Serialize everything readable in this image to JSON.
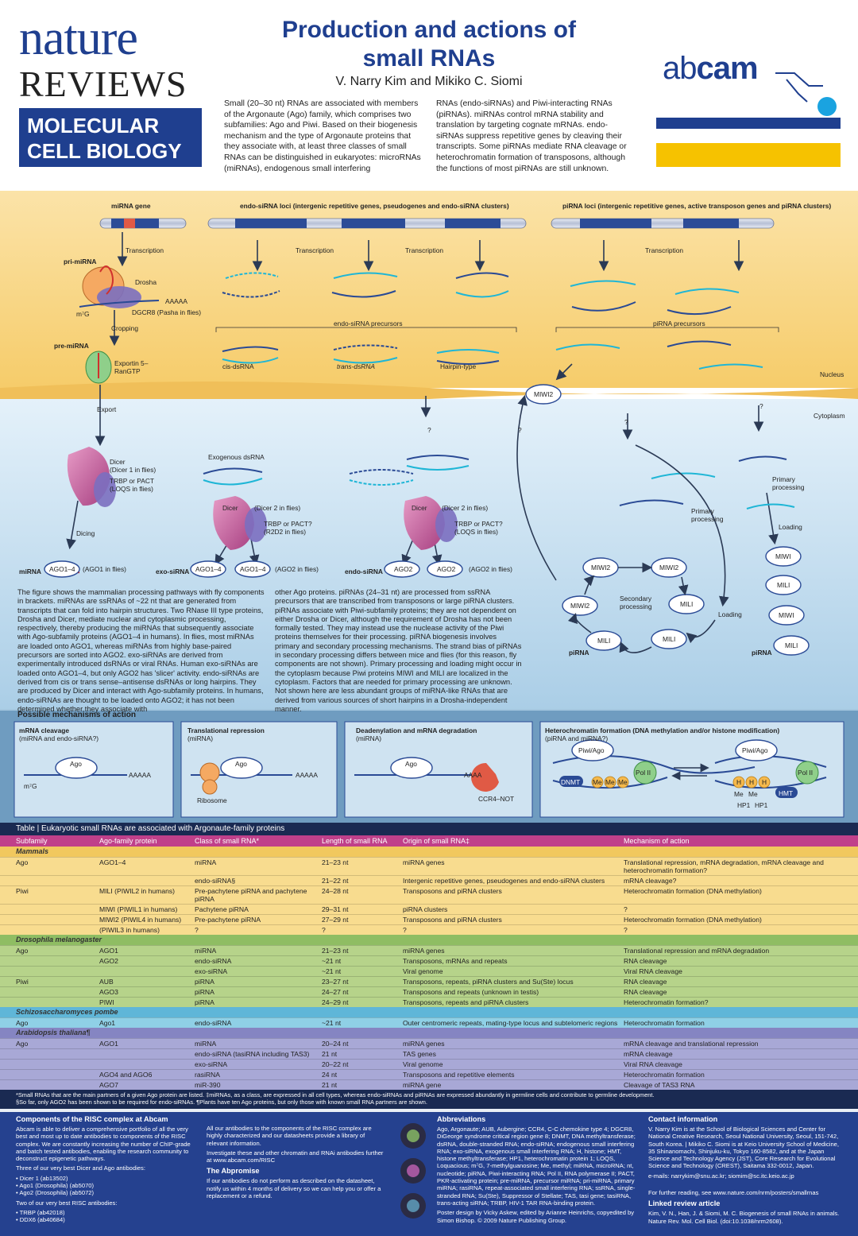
{
  "header": {
    "brand_line1": "nature",
    "brand_line2": "REVIEWS",
    "brand_box_1": "MOLECULAR",
    "brand_box_2": "CELL BIOLOGY",
    "title_line1": "Production and actions of",
    "title_line2": "small RNAs",
    "authors": "V. Narry Kim and Mikiko C. Siomi",
    "intro_col1": "Small (20–30 nt) RNAs are associated with members of the Argonaute (Ago) family, which comprises two subfamilies: Ago and Piwi. Based on their biogenesis mechanism and the type of Argonaute proteins that they associate with, at least three classes of small RNAs can be distinguished in eukaryotes: microRNAs (miRNAs), endogenous small interfering",
    "intro_col2": "RNAs (endo-siRNAs) and Piwi-interacting RNAs (piRNAs). miRNAs control mRNA stability and translation by targeting cognate mRNAs. endo-siRNAs suppress repetitive genes by cleaving their transcripts. Some piRNAs mediate RNA cleavage or heterochromatin formation of transposons, although the functions of most piRNAs are still unknown.",
    "sponsor_logo_a": "ab",
    "sponsor_logo_b": "cam"
  },
  "colors": {
    "nature_blue": "#1f3f8f",
    "nucleus": "#f8d37f",
    "cytoplasm": "#cbe3f4",
    "rna_blue": "#2a4a95",
    "rna_cyan": "#1fb6d6",
    "dicer_pink": "#c8589a",
    "ago_white": "#ffffff",
    "abcam_yellow": "#f6c200",
    "abcam_blue": "#1f3f8f"
  },
  "diagram": {
    "loci": {
      "mirna": "miRNA gene",
      "endo": "endo-siRNA loci (intergenic repetitive genes, pseudogenes and endo-siRNA clusters)",
      "pirna": "piRNA loci (intergenic repetitive genes, active transposon genes and piRNA clusters)"
    },
    "steps": {
      "transcription_1": "Transcription",
      "transcription_2": "Transcription",
      "transcription_3": "Transcription",
      "transcription_4": "Transcription",
      "cropping": "Cropping",
      "export": "Export",
      "dicing": "Dicing",
      "primary_processing_1": "Primary processing",
      "primary_processing_2": "Primary processing",
      "secondary_processing": "Secondary processing",
      "loading_1": "Loading",
      "loading_2": "Loading"
    },
    "molecules": {
      "pri_mirna": "pri-miRNA",
      "pre_mirna": "pre-miRNA",
      "drosha": "Drosha",
      "dgcr8": "DGCR8 (Pasha in flies)",
      "aaaaa": "AAAAA",
      "cap": "m⁷G",
      "exportin": "Exportin 5–RanGTP",
      "dicer1": "Dicer",
      "dicer1_note": "(Dicer 1 in flies)",
      "trbp1": "TRBP or PACT (LOQS in flies)",
      "exo_dsrna": "Exogenous dsRNA",
      "dicer2": "Dicer",
      "dicer2_note": "(Dicer 2 in flies)",
      "trbp2": "TRBP or PACT? (R2D2 in flies)",
      "dicer3": "Dicer",
      "dicer3_note": "(Dicer 2 in flies)",
      "trbp3": "TRBP or PACT? (LOQS in flies)",
      "endo_precursors": "endo-siRNA precursors",
      "cis_dsrna": "cis-dsRNA",
      "trans_dsrna": "trans-dsRNA",
      "hairpin_type": "Hairpin-type",
      "pirna_precursors": "piRNA precursors",
      "nucleus": "Nucleus",
      "cytoplasm": "Cytoplasm",
      "q1": "?",
      "q2": "?",
      "q3": "?",
      "q4": "?"
    },
    "complexes": {
      "mirna_label": "miRNA",
      "ago_mirna": "AGO1–4",
      "ago_mirna_note": "(AGO1 in flies)",
      "exo_label": "exo-siRNA",
      "ago_exo_a": "AGO1–4",
      "ago_exo_b": "AGO1–4",
      "ago_exo_note": "(AGO2 in flies)",
      "endo_label": "endo-siRNA",
      "ago_endo_a": "AGO2",
      "ago_endo_b": "AGO2",
      "ago_endo_note": "(AGO2 in flies)",
      "miwi2_nuc": "MIWI2",
      "miwi2_a": "MIWI2",
      "miwi2_b": "MIWI2",
      "miwi2_c": "MIWI2",
      "mili_a": "MILI",
      "mili_b": "MILI",
      "mili_c": "MILI",
      "pirna_label_1": "piRNA",
      "pirna_label_2": "piRNA",
      "miwi_a": "MIWI",
      "mili_d": "MILI",
      "miwi_b": "MIWI",
      "mili_e": "MILI"
    },
    "caption_left": "The figure shows the mammalian processing pathways with fly components in brackets. miRNAs are ssRNAs of ~22 nt that are generated from transcripts that can fold into hairpin structures. Two RNase III type proteins, Drosha and Dicer, mediate nuclear and cytoplasmic processing, respectively, thereby producing the miRNAs that subsequently associate with Ago-subfamily proteins (AGO1–4 in humans). In flies, most miRNAs are loaded onto AGO1, whereas miRNAs from highly base-paired precursors are sorted into AGO2. exo-siRNAs are derived from experimentally introduced dsRNAs or viral RNAs. Human exo-siRNAs are loaded onto AGO1–4, but only AGO2 has 'slicer' activity. endo-siRNAs are derived from cis or trans sense–antisense dsRNAs or long hairpins. They are produced by Dicer and interact with Ago-subfamily proteins. In humans, endo-siRNAs are thought to be loaded onto AGO2; it has not been determined whether they associate with",
    "caption_right": "other Ago proteins. piRNAs (24–31 nt) are processed from ssRNA precursors that are transcribed from transposons or large piRNA clusters. piRNAs associate with Piwi-subfamily proteins; they are not dependent on either Drosha or Dicer, although the requirement of Drosha has not been formally tested. They may instead use the nuclease activity of the Piwi proteins themselves for their processing. piRNA biogenesis involves primary and secondary processing mechanisms. The strand bias of piRNAs in secondary processing differs between mice and flies (for this reason, fly components are not shown). Primary processing and loading might occur in the cytoplasm because Piwi proteins MIWI and MILI are localized in the cytoplasm. Factors that are needed for primary processing are unknown. Not shown here are less abundant groups of miRNA-like RNAs that are derived from various sources of short hairpins in a Drosha-independent manner."
  },
  "mechanisms": {
    "heading": "Possible mechanisms of action",
    "panels": [
      {
        "title": "mRNA cleavage",
        "sub": "(miRNA and endo-siRNA?)"
      },
      {
        "title": "Translational repression",
        "sub": "(miRNA)"
      },
      {
        "title": "Deadenylation and mRNA degradation",
        "sub": "(miRNA)"
      },
      {
        "title": "Heterochromatin formation (DNA methylation and/or histone modification)",
        "sub": "(piRNA and miRNA?)"
      }
    ],
    "labels": {
      "ago1": "Ago",
      "aaaaa1": "AAAAA",
      "cap1": "m⁷G",
      "ago2": "Ago",
      "aaaaa2": "AAAAA",
      "ribosome": "Ribosome",
      "ago3": "Ago",
      "aaaa3": "AAAA",
      "ccr4": "CCR4–NOT",
      "piwi1": "Piwi/Ago",
      "dnmt": "DNMT",
      "me1": "Me",
      "me2": "Me",
      "me3": "Me",
      "pol1": "Pol II",
      "piwi2": "Piwi/Ago",
      "h1": "H",
      "h2": "H",
      "h3": "H",
      "me4": "Me",
      "me5": "Me",
      "hp1a": "HP1",
      "hp1b": "HP1",
      "hmt": "HMT",
      "pol2": "Pol II"
    }
  },
  "table": {
    "title": "Table | Eukaryotic small RNAs are associated with Argonaute-family proteins",
    "headers": [
      "Subfamily",
      "Ago-family protein",
      "Class of small RNA*",
      "Length of small RNA",
      "Origin of small RNA‡",
      "Mechanism of action"
    ],
    "groups": [
      {
        "organism": "Mammals",
        "cls": "mam",
        "rows": [
          [
            "Ago",
            "AGO1–4",
            "miRNA",
            "21–23 nt",
            "miRNA genes",
            "Translational repression, mRNA degradation, mRNA cleavage and heterochromatin formation?"
          ],
          [
            "",
            "",
            "endo-siRNA§",
            "21–22 nt",
            "Intergenic repetitive genes, pseudogenes and endo-siRNA clusters",
            "mRNA cleavage?"
          ],
          [
            "Piwi",
            "MILI (PIWIL2 in humans)",
            "Pre-pachytene piRNA and pachytene piRNA",
            "24–28 nt",
            "Transposons and piRNA clusters",
            "Heterochromatin formation (DNA methylation)"
          ],
          [
            "",
            "MIWI (PIWIL1 in humans)",
            "Pachytene piRNA",
            "29–31 nt",
            "piRNA clusters",
            "?"
          ],
          [
            "",
            "MIWI2 (PIWIL4 in humans)",
            "Pre-pachytene piRNA",
            "27–29 nt",
            "Transposons and piRNA clusters",
            "Heterochromatin formation (DNA methylation)"
          ],
          [
            "",
            "(PIWIL3 in humans)",
            "?",
            "?",
            "?",
            "?"
          ]
        ]
      },
      {
        "organism": "Drosophila melanogaster",
        "cls": "dro",
        "rows": [
          [
            "Ago",
            "AGO1",
            "miRNA",
            "21–23 nt",
            "miRNA genes",
            "Translational repression and mRNA degradation"
          ],
          [
            "",
            "AGO2",
            "endo-siRNA",
            "~21 nt",
            "Transposons, mRNAs and repeats",
            "RNA cleavage"
          ],
          [
            "",
            "",
            "exo-siRNA",
            "~21 nt",
            "Viral genome",
            "Viral RNA cleavage"
          ],
          [
            "Piwi",
            "AUB",
            "piRNA",
            "23–27 nt",
            "Transposons, repeats, piRNA clusters and Su(Ste) locus",
            "RNA cleavage"
          ],
          [
            "",
            "AGO3",
            "piRNA",
            "24–27 nt",
            "Transposons and repeats (unknown in testis)",
            "RNA cleavage"
          ],
          [
            "",
            "PIWI",
            "piRNA",
            "24–29 nt",
            "Transposons, repeats and piRNA clusters",
            "Heterochromatin formation?"
          ]
        ]
      },
      {
        "organism": "Schizosaccharomyces pombe",
        "cls": "sch",
        "rows": [
          [
            "Ago",
            "Ago1",
            "endo-siRNA",
            "~21 nt",
            "Outer centromeric repeats, mating-type locus and subtelomeric regions",
            "Heterochromatin formation"
          ]
        ]
      },
      {
        "organism": "Arabidopsis thaliana¶",
        "cls": "ara",
        "rows": [
          [
            "Ago",
            "AGO1",
            "miRNA",
            "20–24 nt",
            "miRNA genes",
            "mRNA cleavage and translational repression"
          ],
          [
            "",
            "",
            "endo-siRNA (tasiRNA including TAS3)",
            "21 nt",
            "TAS genes",
            "mRNA cleavage"
          ],
          [
            "",
            "",
            "exo-siRNA",
            "20–22 nt",
            "Viral genome",
            "Viral RNA cleavage"
          ],
          [
            "",
            "AGO4 and AGO6",
            "rasiRNA",
            "24 nt",
            "Transposons and repetitive elements",
            "Heterochromatin formation"
          ],
          [
            "",
            "AGO7",
            "miR-390",
            "21 nt",
            "miRNA gene",
            "Cleavage of TAS3 RNA"
          ]
        ]
      }
    ],
    "footnote1": "*Small RNAs that are the main partners of a given Ago protein are listed. ‡miRNAs, as a class, are expressed in all cell types, whereas endo-siRNAs and piRNAs are expressed abundantly in germline cells and contribute to germline development.",
    "footnote2": "§So far, only AGO2 has been shown to be required for endo-siRNAs. ¶Plants have ten Ago proteins, but only those with known small RNA partners are shown."
  },
  "bottom": {
    "risc_title": "Components of the RISC complex at Abcam",
    "risc_p1": "Abcam is able to deliver a comprehensive portfolio of all the very best and most up to date antibodies to components of the RISC complex. We are constantly increasing the number of ChIP-grade and batch tested antibodies, enabling the research community to deconstruct epigenetic pathways.",
    "risc_p2": "Three of our very best Dicer and Ago antibodies:",
    "risc_list1": [
      "• Dicer 1 (ab13502)",
      "• Ago1 (Drosophila) (ab5070)",
      "• Ago2 (Drosophila) (ab5072)"
    ],
    "risc_p3": "Two of our very best RISC antibodies:",
    "risc_list2": [
      "• TRBP (ab42018)",
      "• DDX6 (ab40684)"
    ],
    "mid_p1": "All our antibodies to the components of the RISC complex are highly characterized and our datasheets provide a library of relevant information.",
    "mid_p2": "Investigate these and other chromatin and RNAi antibodies further at www.abcam.com/RISC",
    "mid_title2": "The Abpromise",
    "mid_p3": "If our antibodies do not perform as described on the datasheet, notify us within 4 months of delivery so we can help you or offer a replacement or a refund.",
    "abbr_title": "Abbreviations",
    "abbr_text": "Ago, Argonaute; AUB, Aubergine; CCR4, C-C chemokine type 4; DGCR8, DiGeorge syndrome critical region gene 8; DNMT, DNA methyltransferase; dsRNA, double-stranded RNA; endo-siRNA; endogenous small interfering RNA; exo-siRNA, exogenous small interfering RNA; H, histone; HMT, histone methyltransferase; HP1, heterochromatin protein 1; LOQS, Loquacious; m⁷G, 7-methylguanosine; Me, methyl; miRNA, microRNA; nt, nucleotide; piRNA, Piwi-interacting RNA; Pol II, RNA polymerase II; PACT, PKR-activating protein; pre-miRNA, precursor miRNA; pri-miRNA, primary miRNA; rasiRNA, repeat-associated small interfering RNA; ssRNA, single-stranded RNA; Su(Ste), Suppressor of Stellate; TAS, tasi gene; tasiRNA, trans-acting siRNA; TRBP, HIV-1 TAR RNA-binding protein.",
    "credits": "Poster design by Vicky Askew, edited by Arianne Heinrichs, copyedited by Simon Bishop. © 2009 Nature Publishing Group.",
    "contact_title": "Contact information",
    "contact_text": "V. Narry Kim is at the School of Biological Sciences and Center for National Creative Research, Seoul National University, Seoul, 151-742, South Korea. | Mikiko C. Siomi is at Keio University School of Medicine, 35 Shinanomachi, Shinjuku-ku, Tokyo 160-8582, and at the Japan Science and Technology Agency (JST), Core Research for Evolutional Science and Technology (CREST), Saitama 332-0012, Japan.",
    "contact_email": "e-mails: narrykim@snu.ac.kr; siomim@sc.itc.keio.ac.jp",
    "further": "For further reading, see www.nature.com/nrm/posters/smallrnas",
    "linked_title": "Linked review article",
    "linked_text": "Kim, V. N., Han, J. & Siomi, M. C. Biogenesis of small RNAs in animals. Nature Rev. Mol. Cell Biol. (doi:10.1038/nrm2608)."
  }
}
